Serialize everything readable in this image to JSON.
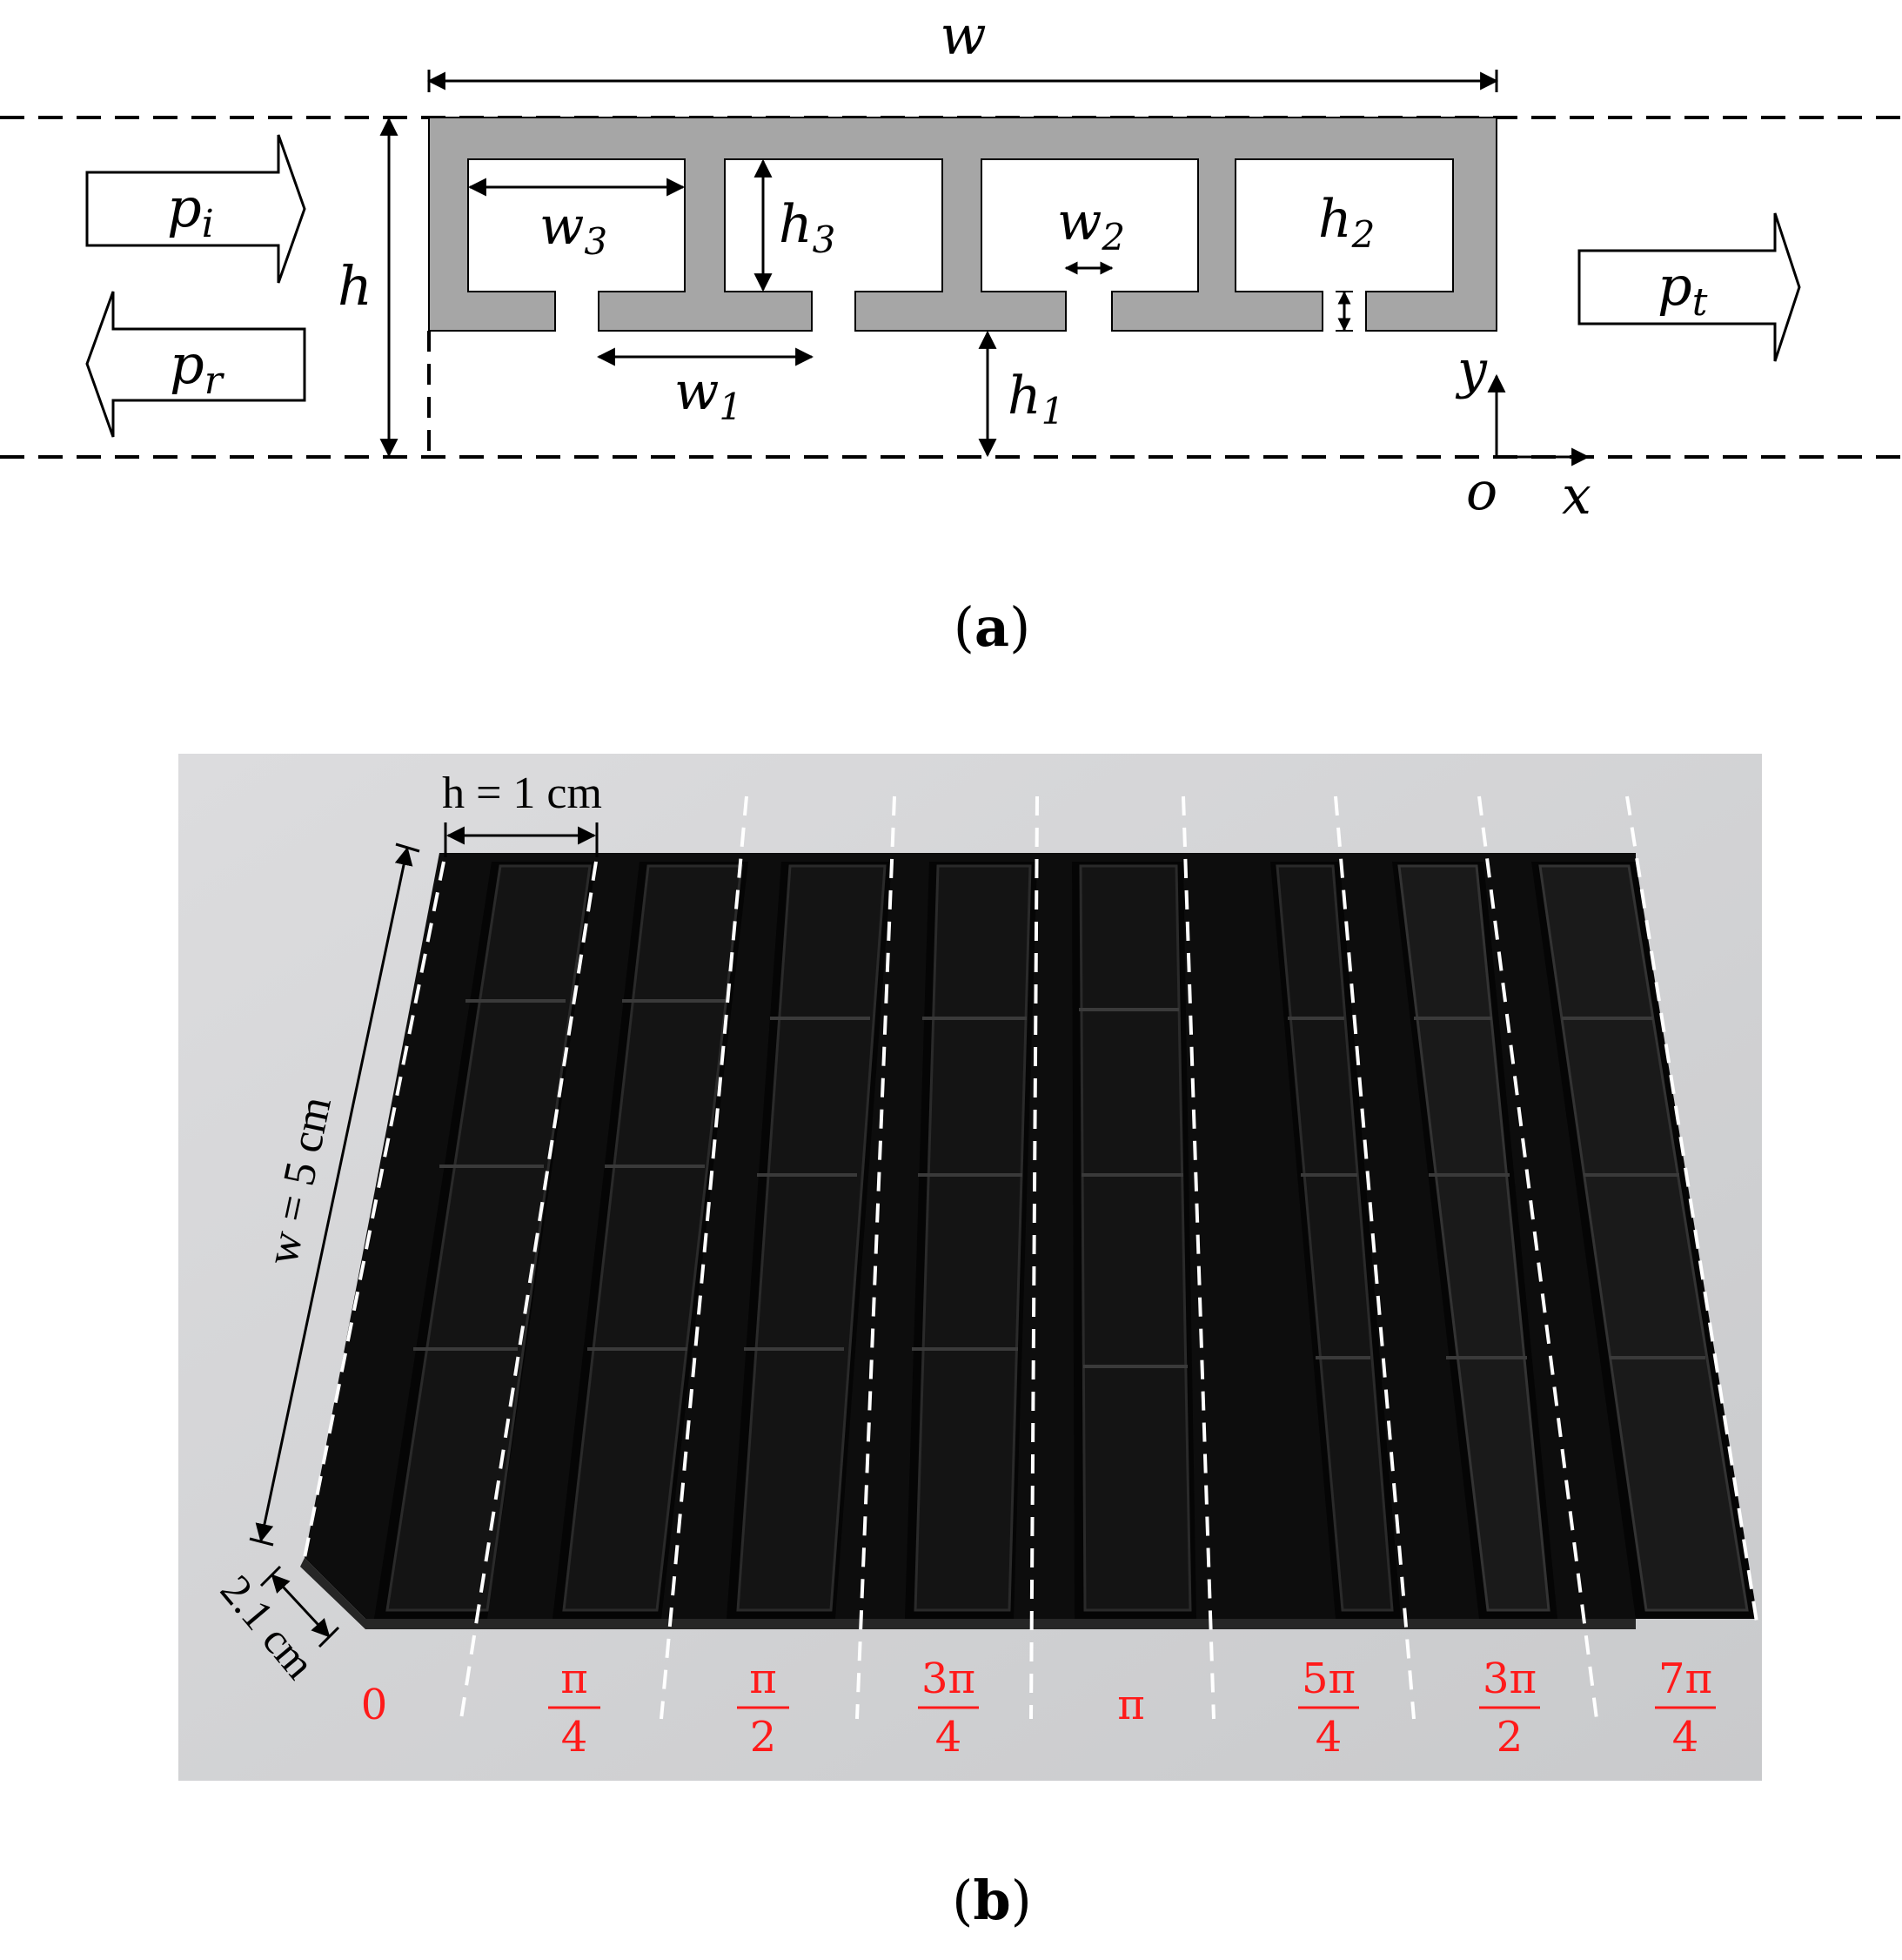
{
  "panel_a": {
    "labels": {
      "w": "w",
      "h": "h",
      "w1": "w",
      "w1_sub": "1",
      "w2": "w",
      "w2_sub": "2",
      "w3": "w",
      "w3_sub": "3",
      "h1": "h",
      "h1_sub": "1",
      "h2": "h",
      "h2_sub": "2",
      "h3": "h",
      "h3_sub": "3",
      "pi": "p",
      "pi_sub": "i",
      "pr": "p",
      "pr_sub": "r",
      "pt": "p",
      "pt_sub": "t",
      "y": "y",
      "x": "x",
      "o": "o"
    },
    "caption_open": "(",
    "caption_letter": "a",
    "caption_close": ")"
  },
  "panel_b": {
    "dim_h": "h = 1 cm",
    "dim_w": "w = 5 cm",
    "dim_depth": "2.1 cm",
    "phase_labels": [
      {
        "num": "0",
        "den": ""
      },
      {
        "num": "π",
        "den": "4"
      },
      {
        "num": "π",
        "den": "2"
      },
      {
        "num": "3π",
        "den": "4"
      },
      {
        "num": "π",
        "den": ""
      },
      {
        "num": "5π",
        "den": "4"
      },
      {
        "num": "3π",
        "den": "2"
      },
      {
        "num": "7π",
        "den": "4"
      }
    ],
    "caption_open": "(",
    "caption_letter": "b",
    "caption_close": ")"
  },
  "colors": {
    "structure_fill": "#a6a6a6",
    "phase_label": "#ff1a1a",
    "photo_bg": "#d3d4d6",
    "material": "#131313"
  }
}
